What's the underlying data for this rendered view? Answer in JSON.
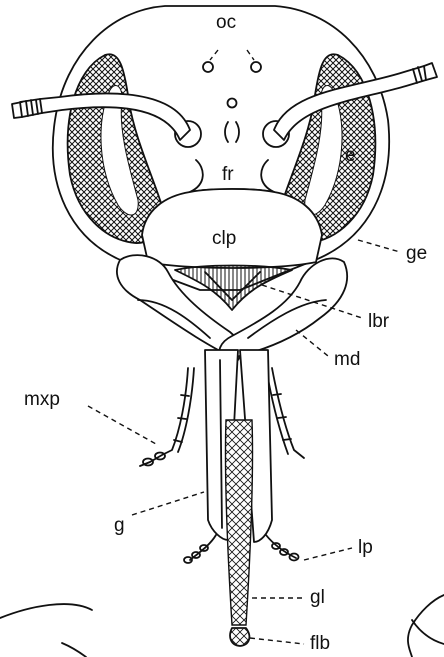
{
  "labels": {
    "oc": "oc",
    "e": "e",
    "fr": "fr",
    "clp": "clp",
    "ge": "ge",
    "lbr": "lbr",
    "md": "md",
    "mxp": "mxp",
    "g": "g",
    "lp": "lp",
    "gl": "gl",
    "flb": "flb"
  }
}
